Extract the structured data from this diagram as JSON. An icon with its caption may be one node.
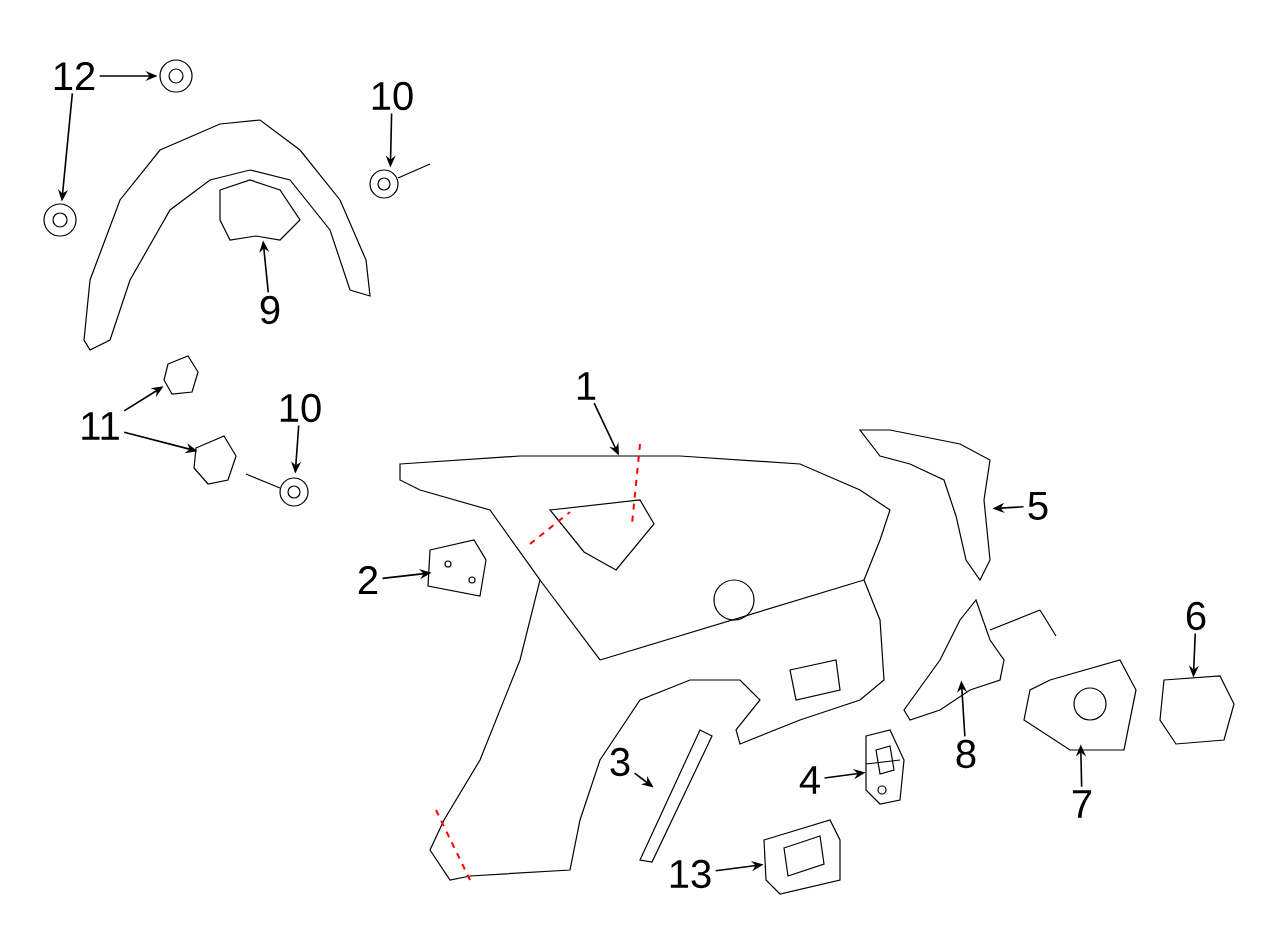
{
  "diagram": {
    "nodes": [
      {
        "text": [
          "12"
        ]
      },
      {
        "text": [],
        "shape": "picture"
      },
      {
        "text": [],
        "shape": "picture"
      },
      {
        "text": [],
        "shape": "picture"
      },
      {
        "text": [
          "10"
        ]
      },
      {
        "text": [],
        "shape": "picture"
      },
      {
        "text": [
          "9"
        ]
      },
      {
        "text": [
          "1"
        ]
      },
      {
        "text": [],
        "shape": "picture"
      },
      {
        "text": [
          "11"
        ]
      },
      {
        "text": [],
        "shape": "picture"
      },
      {
        "text": [],
        "shape": "picture"
      },
      {
        "text": [
          "10"
        ]
      },
      {
        "text": [],
        "shape": "picture"
      },
      {
        "text": [
          "2"
        ]
      },
      {
        "text": [],
        "shape": "picture"
      },
      {
        "text": [
          "5"
        ]
      },
      {
        "text": [],
        "shape": "picture"
      },
      {
        "text": [
          "6"
        ]
      },
      {
        "text": [],
        "shape": "picture"
      },
      {
        "text": [
          "3"
        ]
      },
      {
        "text": [],
        "shape": "picture"
      },
      {
        "text": [
          "4"
        ]
      },
      {
        "text": [],
        "shape": "picture"
      },
      {
        "text": [
          "8"
        ]
      },
      {
        "text": [],
        "shape": "picture"
      },
      {
        "text": [
          "7"
        ]
      },
      {
        "text": [],
        "shape": "picture"
      },
      {
        "text": [
          "13"
        ]
      },
      {
        "text": [],
        "shape": "picture"
      }
    ],
    "edges": [
      {
        "from": 0,
        "to": 1,
        "arrow": "to"
      },
      {
        "from": 0,
        "to": 2,
        "arrow": "to"
      },
      {
        "from": 4,
        "to": 5,
        "arrow": "to"
      },
      {
        "from": 6,
        "to": 3,
        "arrow": "to"
      },
      {
        "from": 7,
        "to": 8,
        "arrow": "to"
      },
      {
        "from": 9,
        "to": 10,
        "arrow": "to"
      },
      {
        "from": 9,
        "to": 11,
        "arrow": "to"
      },
      {
        "from": 12,
        "to": 13,
        "arrow": "to"
      },
      {
        "from": 14,
        "to": 15,
        "arrow": "to"
      },
      {
        "from": 16,
        "to": 17,
        "arrow": "to"
      },
      {
        "from": 18,
        "to": 19,
        "arrow": "to"
      },
      {
        "from": 20,
        "to": 21,
        "arrow": "to"
      },
      {
        "from": 22,
        "to": 23,
        "arrow": "to"
      },
      {
        "from": 24,
        "to": 25,
        "arrow": "to"
      },
      {
        "from": 26,
        "to": 27,
        "arrow": "to"
      },
      {
        "from": 28,
        "to": 29,
        "arrow": "to"
      }
    ]
  }
}
